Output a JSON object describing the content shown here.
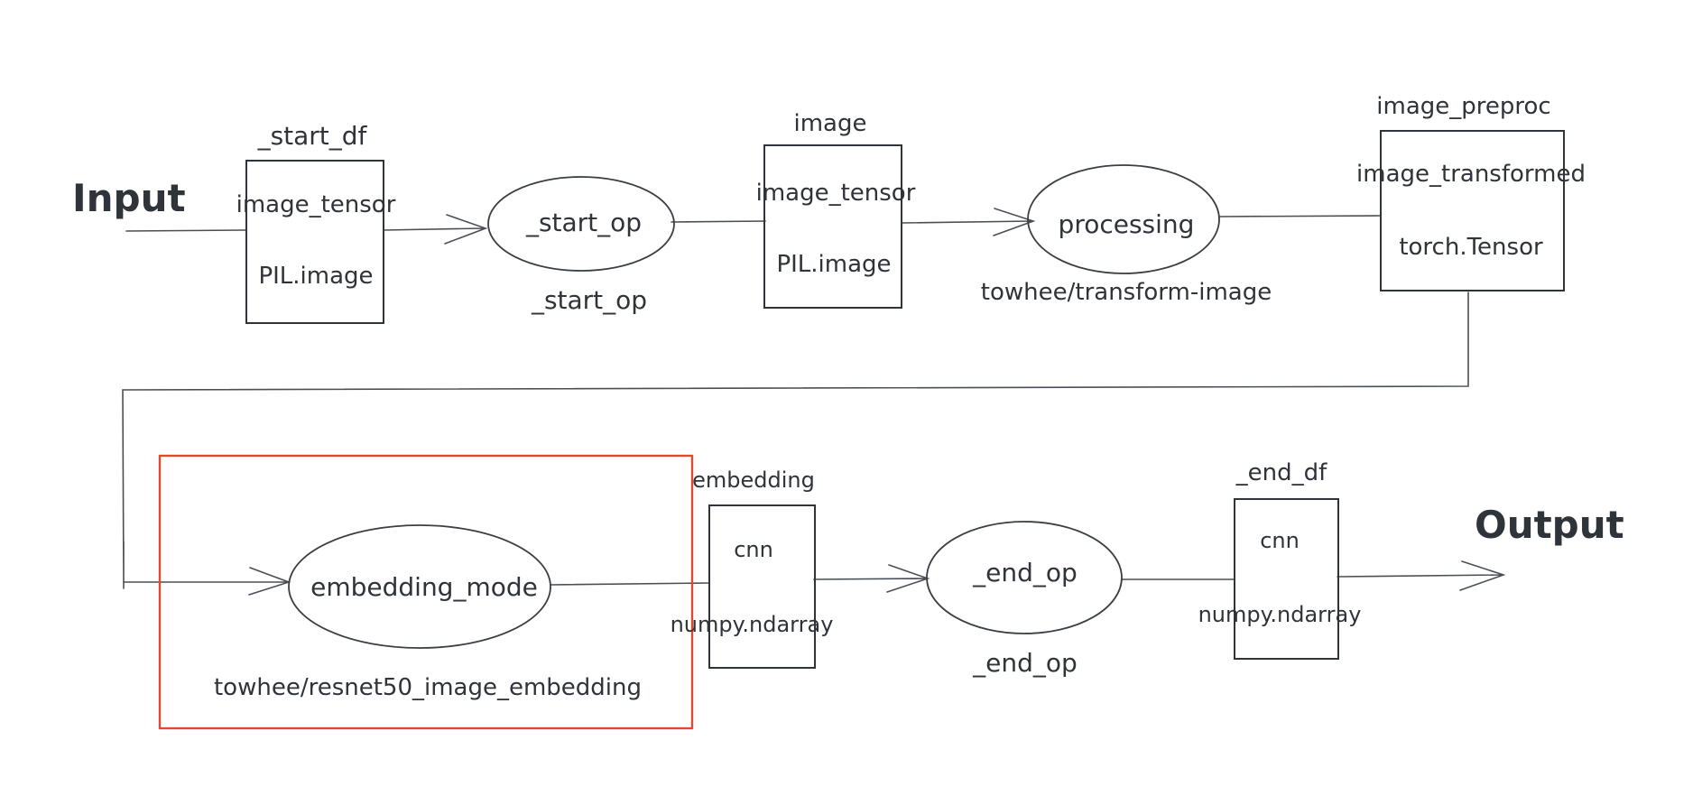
{
  "accent_color": "#e0492f",
  "ink_color": "#2f333a",
  "labels": {
    "input": "Input",
    "output": "Output"
  },
  "nodes": {
    "start_df": {
      "title": "_start_df",
      "field_name": "image_tensor",
      "field_type": "PIL.image"
    },
    "start_op": {
      "name": "_start_op",
      "caption": "_start_op"
    },
    "image": {
      "title": "image",
      "field_name": "image_tensor",
      "field_type": "PIL.image"
    },
    "processing": {
      "name": "processing",
      "caption": "towhee/transform-image"
    },
    "image_preproc": {
      "title": "image_preproc",
      "field_name": "image_transformed",
      "field_type": "torch.Tensor"
    },
    "embedding_mode": {
      "name": "embedding_mode",
      "caption": "towhee/resnet50_image_embedding"
    },
    "embedding": {
      "title": "embedding",
      "field_name": "cnn",
      "field_type": "numpy.ndarray"
    },
    "end_op": {
      "name": "_end_op",
      "caption": "_end_op"
    },
    "end_df": {
      "title": "_end_df",
      "field_name": "cnn",
      "field_type": "numpy.ndarray"
    }
  }
}
